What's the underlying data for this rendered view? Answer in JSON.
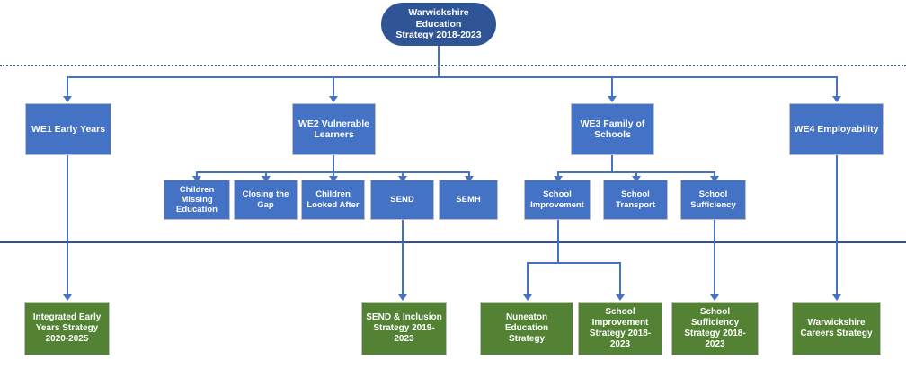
{
  "diagram": {
    "title": "Warwickshire Education Strategy 2018-2023",
    "colors": {
      "blue": "#4472C4",
      "dark_blue": "#2F5597",
      "green": "#548235",
      "connector": "#4472C4",
      "rule": "#2E5395",
      "border": "#BFBFBF"
    },
    "root": {
      "label": "Warwickshire Education\nStrategy 2018-2023"
    },
    "pillars": [
      {
        "label": "WE1 Early Years"
      },
      {
        "label": "WE2 Vulnerable\nLearners"
      },
      {
        "label": "WE3 Family of\nSchools"
      },
      {
        "label": "WE4 Employability"
      }
    ],
    "themes": [
      {
        "label": "Children\nMissing\nEducation"
      },
      {
        "label": "Closing the\nGap"
      },
      {
        "label": "Children\nLooked After"
      },
      {
        "label": "SEND"
      },
      {
        "label": "SEMH"
      },
      {
        "label": "School\nImprovement"
      },
      {
        "label": "School\nTransport"
      },
      {
        "label": "School\nSufficiency"
      }
    ],
    "strategies": [
      {
        "label": "Integrated Early\nYears Strategy\n2020-2025"
      },
      {
        "label": "SEND & Inclusion\nStrategy 2019-2023"
      },
      {
        "label": "Nuneaton Education\nStrategy"
      },
      {
        "label": "School\nImprovement\nStrategy 2018-2023"
      },
      {
        "label": "School Sufficiency\nStrategy 2018-2023"
      },
      {
        "label": "Warwickshire\nCareers Strategy"
      }
    ]
  }
}
